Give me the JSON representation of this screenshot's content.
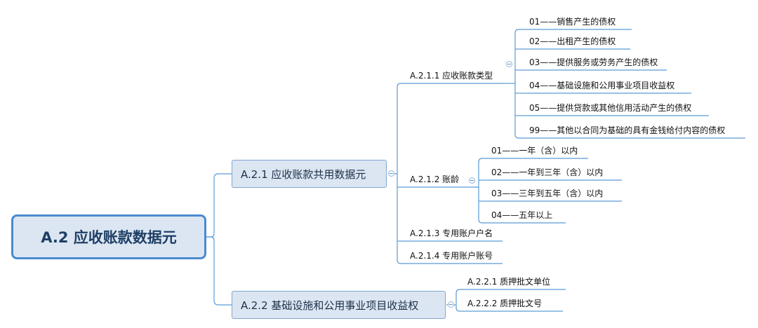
{
  "root": {
    "label": "A.2 应收账款数据元"
  },
  "nodes": {
    "a21": {
      "label": "A.2.1 应收账款共用数据元"
    },
    "a22": {
      "label": "A.2.2 基础设施和公用事业项目收益权"
    },
    "a211": {
      "label": "A.2.1.1 应收账款类型"
    },
    "a212": {
      "label": "A.2.1.2 账龄"
    },
    "a213": {
      "label": "A.2.1.3 专用账户户名"
    },
    "a214": {
      "label": "A.2.1.4 专用账户账号"
    },
    "a221": {
      "label": "A.2.2.1 质押批文单位"
    },
    "a222": {
      "label": "A.2.2.2 质押批文号"
    },
    "t01": {
      "label": "01——销售产生的债权"
    },
    "t02": {
      "label": "02——出租产生的债权"
    },
    "t03": {
      "label": "03——提供服务或劳务产生的债权"
    },
    "t04": {
      "label": "04——基础设施和公用事业项目收益权"
    },
    "t05": {
      "label": "05——提供贷款或其他信用活动产生的债权"
    },
    "t99": {
      "label": "99——其他以合同为基础的具有金钱给付内容的债权"
    },
    "g01": {
      "label": "01——一年（含）以内"
    },
    "g02": {
      "label": "02——一年到三年（含）以内"
    },
    "g03": {
      "label": "03——三年到五年（含）以内"
    },
    "g04": {
      "label": "04——五年以上"
    }
  },
  "colors": {
    "line": "#5b9bd5",
    "node_fill": "#dce6f2",
    "root_border": "#4a8ad0"
  }
}
